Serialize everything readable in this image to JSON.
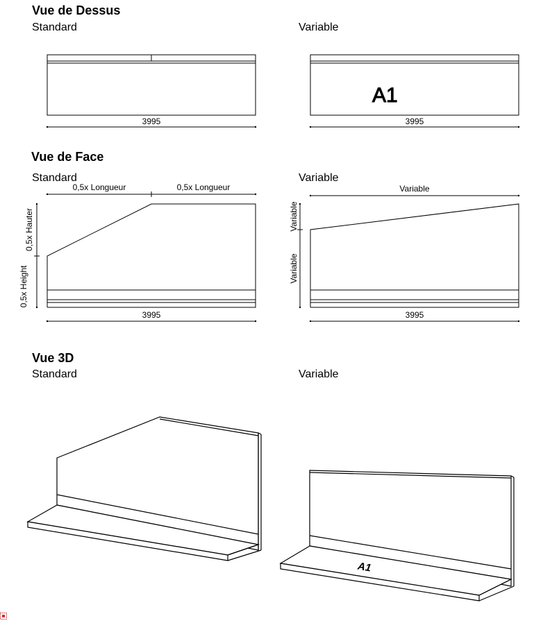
{
  "sections": {
    "top": {
      "title": "Vue de Dessus",
      "left_label": "Standard",
      "right_label": "Variable"
    },
    "front": {
      "title": "Vue de Face",
      "left_label": "Standard",
      "right_label": "Variable"
    },
    "iso": {
      "title": "Vue 3D",
      "left_label": "Standard",
      "right_label": "Variable"
    }
  },
  "dimensions": {
    "length": "3995",
    "half_length": "0,5x Longueur",
    "half_height_fr": "0,5x Hauter",
    "half_height_en": "0,5x Height",
    "variable": "Variable"
  },
  "mark": "A1",
  "corner_icon": "grid-icon"
}
